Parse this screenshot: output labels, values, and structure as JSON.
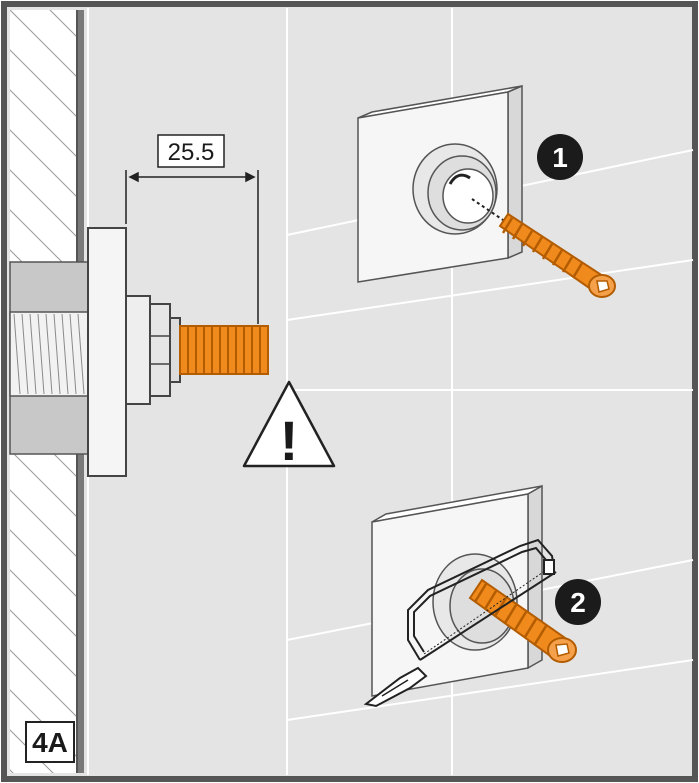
{
  "dimension": {
    "value": "25.5"
  },
  "panel": {
    "label": "4A"
  },
  "steps": [
    {
      "number": "1"
    },
    {
      "number": "2"
    }
  ],
  "warning": {
    "symbol": "!"
  },
  "colors": {
    "border": "#555555",
    "wall": "#e4e4e4",
    "tile_line": "#ffffff",
    "thread": "#f08a1c",
    "thread_dark": "#b35c00",
    "metal": "#e9e9e9",
    "pipe": "#c8c8c8",
    "badge": "#1b1b1b"
  }
}
